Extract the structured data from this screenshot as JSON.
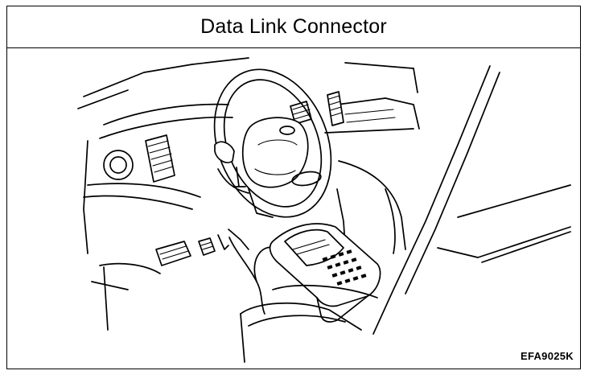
{
  "figure": {
    "title": "Data Link Connector",
    "figure_code": "EFA9025K"
  },
  "illustration": {
    "subject": "car-interior-with-diagnostic-scan-tool",
    "icons": [
      "steering-wheel-icon",
      "scan-tool-icon",
      "pedal-icon",
      "air-vent-icon"
    ]
  }
}
